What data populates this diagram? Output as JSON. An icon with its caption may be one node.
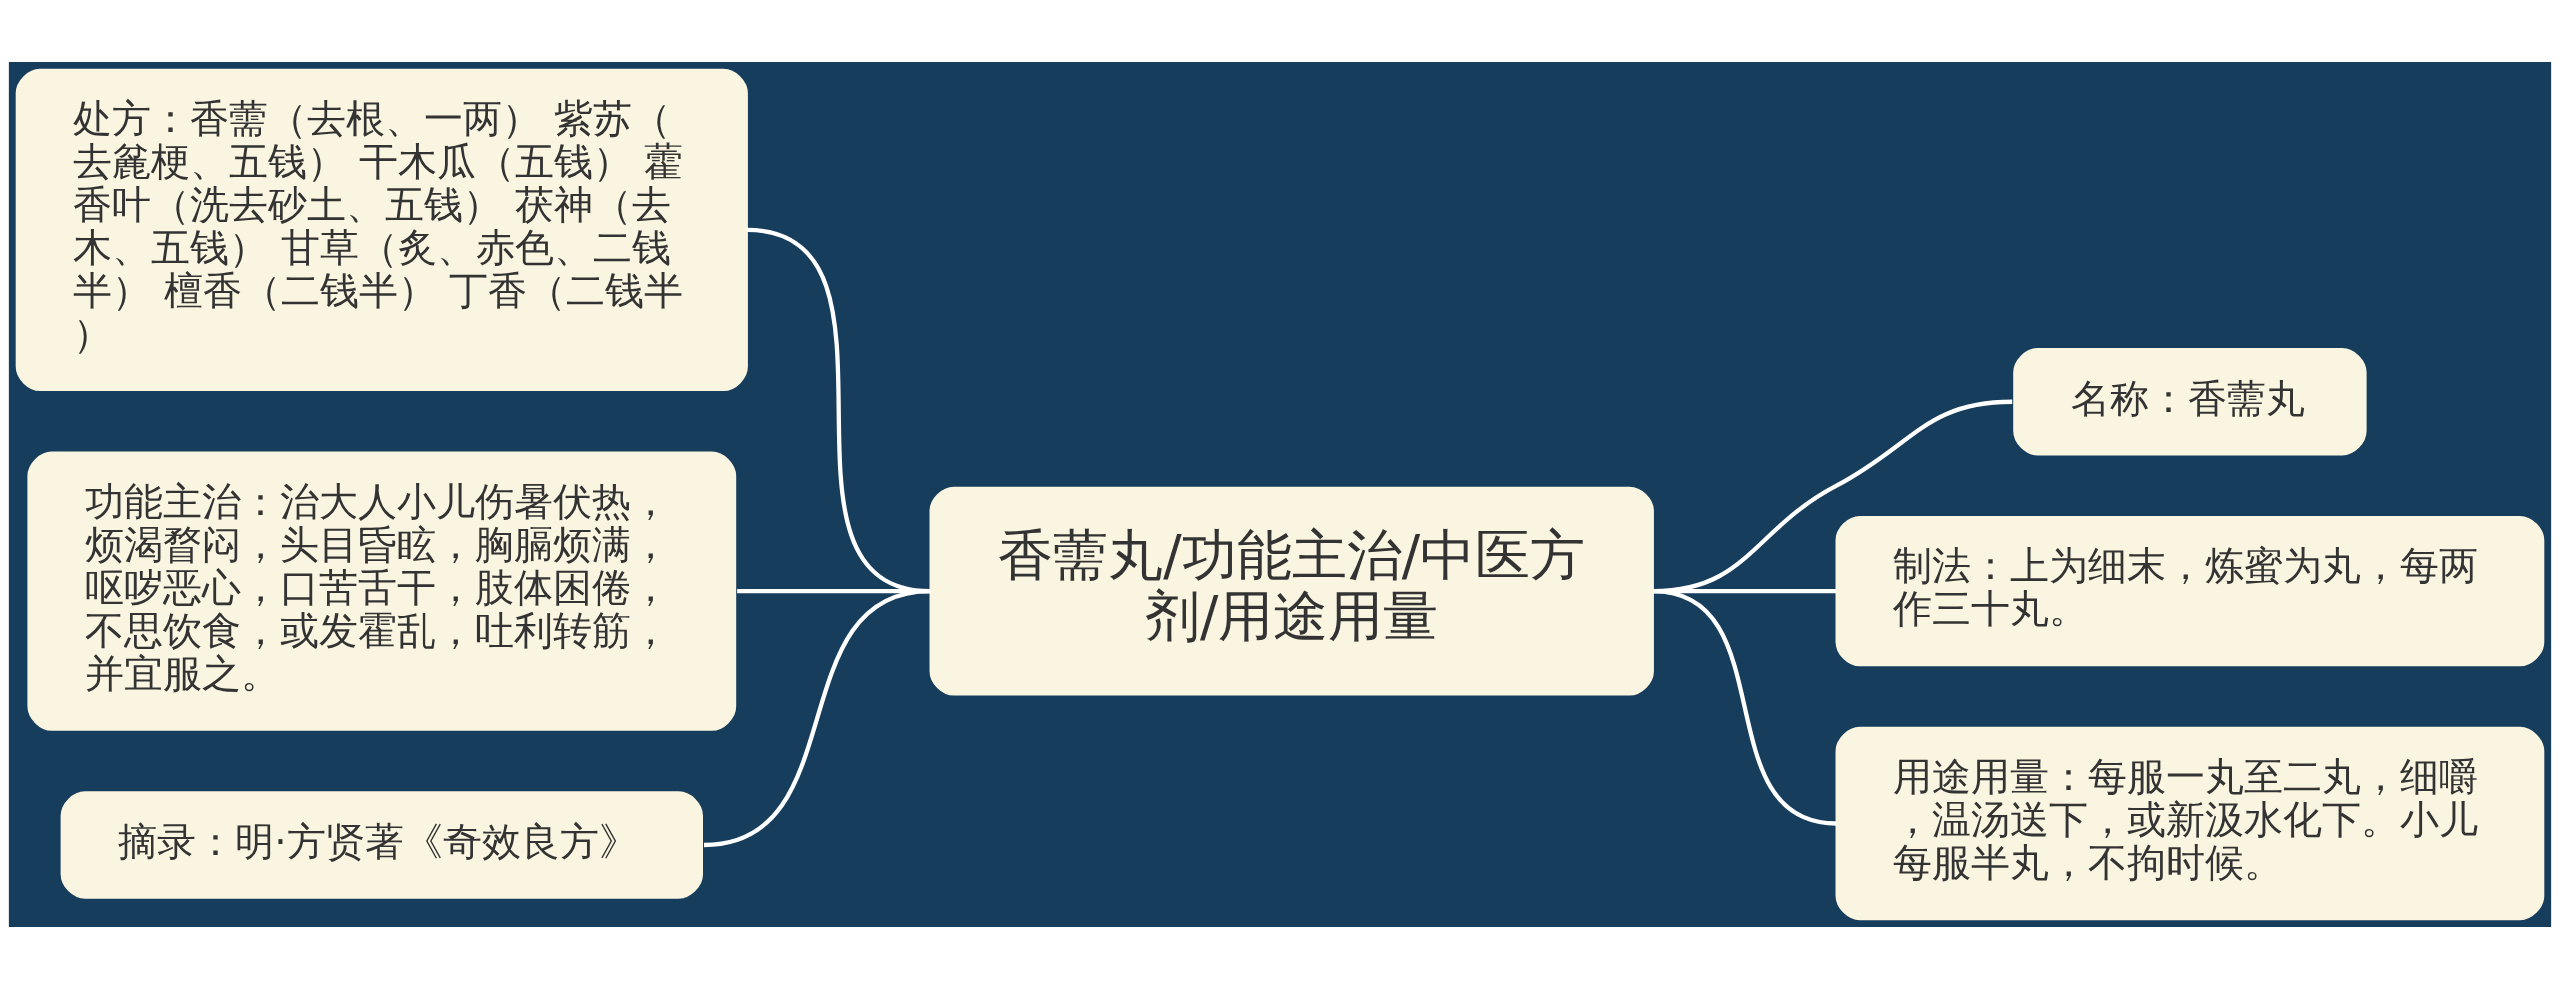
{
  "diagram": {
    "nodes": [
      {
        "text": [
          "香薷丸/功能主治/中医方剂/用途用量"
        ]
      },
      {
        "text": [
          "处方：香薷（去根、一两） 紫苏（去麄梗、五钱） 干木瓜（五钱） 藿香叶（洗去砂土、五钱） 茯神（去木、五钱） 甘草（炙、赤色、二钱半） 檀香（二钱半） 丁香（二钱半）"
        ]
      },
      {
        "text": [
          "功能主治：治大人小儿伤暑伏热，烦渴瞀闷，头目昏眩，胸膈烦满，呕哕恶心，口苦舌干，肢体困倦，不思饮食，或发霍乱，吐利转筋，并宜服之。"
        ]
      },
      {
        "text": [
          "摘录：明·方贤著《奇效良方》"
        ]
      },
      {
        "text": [
          "名称：香薷丸"
        ]
      },
      {
        "text": [
          "制法：上为细末，炼蜜为丸，每两作三十丸。"
        ]
      },
      {
        "text": [
          "用途用量：每服一丸至二丸，细嚼，温汤送下，或新汲水化下。小儿每服半丸，不拘时候。"
        ]
      }
    ],
    "edges": [
      {
        "from": 0,
        "to": 1,
        "arrow": "none"
      },
      {
        "from": 0,
        "to": 2,
        "arrow": "none"
      },
      {
        "from": 0,
        "to": 3,
        "arrow": "none"
      },
      {
        "from": 0,
        "to": 4,
        "arrow": "none"
      },
      {
        "from": 0,
        "to": 5,
        "arrow": "none"
      },
      {
        "from": 0,
        "to": 6,
        "arrow": "none"
      }
    ]
  }
}
